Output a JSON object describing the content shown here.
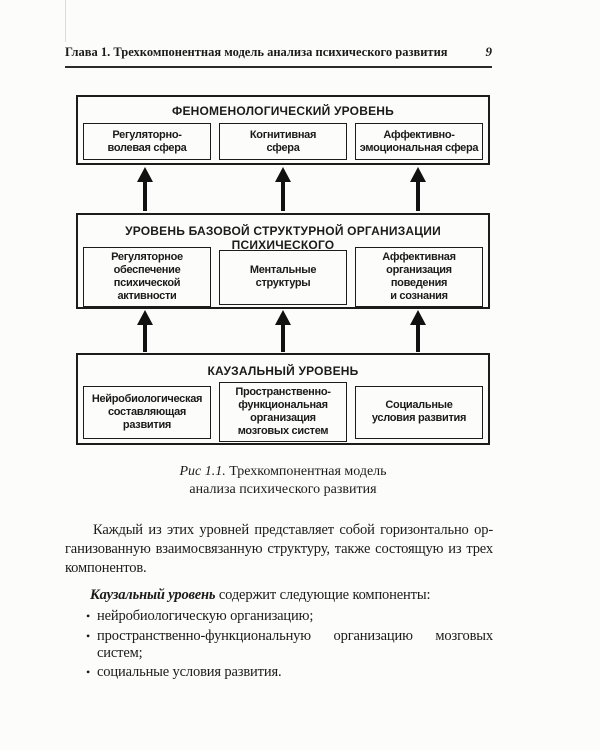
{
  "header": {
    "chapter_title": "Глава 1. Трехкомпонентная модель анализа психического развития",
    "page_number": "9"
  },
  "diagram": {
    "levels": [
      {
        "title": "ФЕНОМЕНОЛОГИЧЕСКИЙ УРОВЕНЬ",
        "boxes": [
          "Регуляторно-\nволевая сфера",
          "Когнитивная\nсфера",
          "Аффективно-\nэмоциональная сфера"
        ]
      },
      {
        "title": "УРОВЕНЬ БАЗОВОЙ СТРУКТУРНОЙ ОРГАНИЗАЦИИ ПСИХИЧЕСКОГО",
        "boxes": [
          "Регуляторное\nобеспечение психической\nактивности",
          "Ментальные\nструктуры",
          "Аффективная\nорганизация поведения\nи сознания"
        ]
      },
      {
        "title": "КАУЗАЛЬНЫЙ УРОВЕНЬ",
        "boxes": [
          "Нейробиологическая\nсоставляющая развития",
          "Пространственно-\nфункциональная\nорганизация\nмозговых систем",
          "Социальные\nусловия развития"
        ]
      }
    ]
  },
  "caption": {
    "label": "Рис 1.1.",
    "line1_rest": "Трехкомпонентная модель",
    "line2": "анализа психического развития"
  },
  "body": {
    "paragraph_lines": [
      "Каждый из этих уровней представляет собой горизонтально ор-",
      "ганизованную взаимосвязанную структуру, также состоящую из трех",
      "компонентов."
    ],
    "lead_bold": "Каузальный уровень",
    "lead_rest": "содержит следующие компоненты:",
    "bullet_glyph": "•",
    "bullets": [
      [
        "нейробиологическую организацию;"
      ],
      [
        "пространственно-функциональную организацию мозговых",
        "систем;"
      ],
      [
        "социальные условия развития."
      ]
    ]
  }
}
